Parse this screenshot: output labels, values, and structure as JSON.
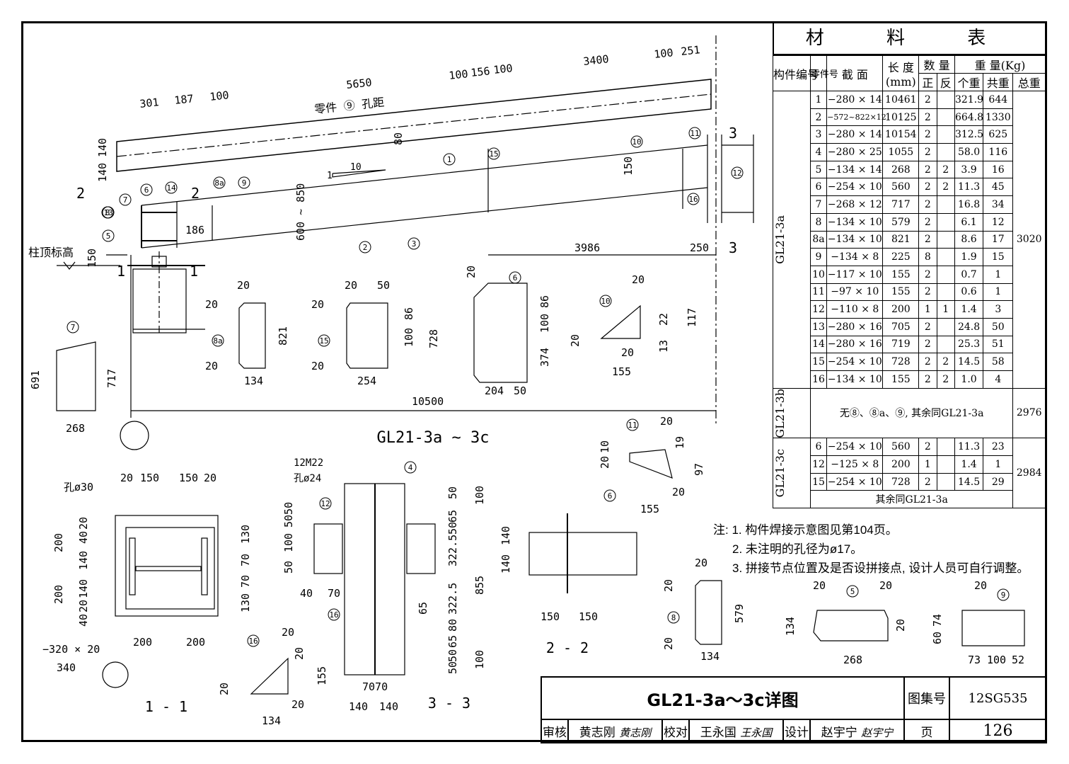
{
  "material_table": {
    "title": "材 料 表",
    "headers": {
      "part": "构件编号",
      "piece_no": "零件号",
      "section": "截 面",
      "length": "长 度",
      "length_unit": "(mm)",
      "quantity": "数 量",
      "qty_front": "正",
      "qty_back": "反",
      "weight": "重 量(Kg)",
      "unit_weight": "个重",
      "sum_weight": "共重",
      "total_weight": "总重"
    },
    "groups": [
      {
        "name": "GL21-3a",
        "total": "3020",
        "rows": [
          {
            "no": "1",
            "section": "−280 × 14",
            "length": "10461",
            "front": "2",
            "back": "",
            "unit": "321.9",
            "sum": "644"
          },
          {
            "no": "2",
            "section": "−572~822×12",
            "length": "10125",
            "front": "2",
            "back": "",
            "unit": "664.8",
            "sum": "1330"
          },
          {
            "no": "3",
            "section": "−280 × 14",
            "length": "10154",
            "front": "2",
            "back": "",
            "unit": "312.5",
            "sum": "625"
          },
          {
            "no": "4",
            "section": "−280 × 25",
            "length": "1055",
            "front": "2",
            "back": "",
            "unit": "58.0",
            "sum": "116"
          },
          {
            "no": "5",
            "section": "−134 × 14",
            "length": "268",
            "front": "2",
            "back": "2",
            "unit": "3.9",
            "sum": "16"
          },
          {
            "no": "6",
            "section": "−254 × 10",
            "length": "560",
            "front": "2",
            "back": "2",
            "unit": "11.3",
            "sum": "45"
          },
          {
            "no": "7",
            "section": "−268 × 12",
            "length": "717",
            "front": "2",
            "back": "",
            "unit": "16.8",
            "sum": "34"
          },
          {
            "no": "8",
            "section": "−134 × 10",
            "length": "579",
            "front": "2",
            "back": "",
            "unit": "6.1",
            "sum": "12"
          },
          {
            "no": "8a",
            "section": "−134 × 10",
            "length": "821",
            "front": "2",
            "back": "",
            "unit": "8.6",
            "sum": "17"
          },
          {
            "no": "9",
            "section": "−134 × 8",
            "length": "225",
            "front": "8",
            "back": "",
            "unit": "1.9",
            "sum": "15"
          },
          {
            "no": "10",
            "section": "−117 × 10",
            "length": "155",
            "front": "2",
            "back": "",
            "unit": "0.7",
            "sum": "1"
          },
          {
            "no": "11",
            "section": "−97 × 10",
            "length": "155",
            "front": "2",
            "back": "",
            "unit": "0.6",
            "sum": "1"
          },
          {
            "no": "12",
            "section": "−110 × 8",
            "length": "200",
            "front": "1",
            "back": "1",
            "unit": "1.4",
            "sum": "3"
          },
          {
            "no": "13",
            "section": "−280 × 16",
            "length": "705",
            "front": "2",
            "back": "",
            "unit": "24.8",
            "sum": "50"
          },
          {
            "no": "14",
            "section": "−280 × 16",
            "length": "719",
            "front": "2",
            "back": "",
            "unit": "25.3",
            "sum": "51"
          },
          {
            "no": "15",
            "section": "−254 × 10",
            "length": "728",
            "front": "2",
            "back": "2",
            "unit": "14.5",
            "sum": "58"
          },
          {
            "no": "16",
            "section": "−134 × 10",
            "length": "155",
            "front": "2",
            "back": "2",
            "unit": "1.0",
            "sum": "4"
          }
        ]
      },
      {
        "name": "GL21-3b",
        "total": "2976",
        "note": "无⑧、⑧a、⑨, 其余同GL21-3a"
      },
      {
        "name": "GL21-3c",
        "total": "2984",
        "rows": [
          {
            "no": "6",
            "section": "−254 × 10",
            "length": "560",
            "front": "2",
            "back": "",
            "unit": "11.3",
            "sum": "23"
          },
          {
            "no": "12",
            "section": "−125 × 8",
            "length": "200",
            "front": "1",
            "back": "",
            "unit": "1.4",
            "sum": "1"
          },
          {
            "no": "15",
            "section": "−254 × 10",
            "length": "728",
            "front": "2",
            "back": "",
            "unit": "14.5",
            "sum": "29"
          }
        ],
        "note": "其余同GL21-3a"
      }
    ]
  },
  "notes": {
    "lead": "注:",
    "items": [
      "1. 构件焊接示意图见第104页。",
      "2. 未注明的孔径为ø17。",
      "3. 拼接节点位置及是否设拼接点, 设计人员可自行调整。"
    ]
  },
  "title_block": {
    "drawing_title": "GL21-3a～3c详图",
    "atlas_label": "图集号",
    "atlas_no": "12SG535",
    "review_label": "审核",
    "reviewer": "黄志刚",
    "reviewer_sig": "黄志刚",
    "check_label": "校对",
    "checker": "王永国",
    "checker_sig": "王永国",
    "design_label": "设计",
    "designer": "赵宇宁",
    "designer_sig": "赵宇宁",
    "page_label": "页",
    "page_no": "126"
  },
  "drawing": {
    "main_title": "GL21-3a ~ 3c",
    "column_top_label": "柱顶标高",
    "hole_spacing_label": "零件 ⑨ 孔距",
    "bolt_label": "12M22",
    "bolt_hole_label": "孔ø24",
    "hole30_label": "孔ø30",
    "plate_label": "−320 × 20",
    "section_1": "1 - 1",
    "section_2": "2 - 2",
    "section_3": "3 - 3",
    "section_mark_1": "1",
    "section_mark_2": "2",
    "section_mark_3": "3",
    "slope": "1",
    "slope_run": "10",
    "axis_marks": [
      "7",
      "6"
    ],
    "part_callouts": [
      "1",
      "2",
      "3",
      "4",
      "5",
      "6",
      "7",
      "8",
      "8a",
      "9",
      "10",
      "11",
      "12",
      "13",
      "14",
      "15",
      "16"
    ],
    "dims": {
      "d5650": "5650",
      "d3400": "3400",
      "d100a": "100",
      "d251": "251",
      "d100b": "100",
      "d156": "156",
      "d100c": "100",
      "d301": "301",
      "d187": "187",
      "d100d": "100",
      "d140a": "140",
      "d140b": "140",
      "d80": "80",
      "d150a": "150",
      "d600_850": "600 ~ 850",
      "d186": "186",
      "d150b": "150",
      "d3986": "3986",
      "d250": "250",
      "d10500": "10500",
      "d691": "691",
      "d717": "717",
      "d268": "268",
      "p8a_20a": "20",
      "p8a_20b": "20",
      "p8a_20c": "20",
      "p8a_821": "821",
      "p8a_134": "134",
      "p15_20a": "20",
      "p15_50": "50",
      "p15_20b": "20",
      "p15_20c": "20",
      "p15_86": "86",
      "p15_100": "100",
      "p15_728": "728",
      "p15_254": "254",
      "p6_20": "20",
      "p6_86": "86",
      "p6_100": "100",
      "p6_374": "374",
      "p6_204": "204",
      "p6_50": "50",
      "p10_20a": "20",
      "p10_20b": "20",
      "p10_117": "117",
      "p10_22": "22",
      "p10_13": "13",
      "p10_20c": "20",
      "p10_155": "155",
      "p11_20a": "20",
      "p11_10": "10",
      "p11_20b": "20",
      "p11_19": "19",
      "p11_97": "97",
      "p11_20c": "20",
      "p11_155": "155",
      "s1_20a": "20",
      "s1_150a": "150",
      "s1_150b": "150",
      "s1_20b": "20",
      "s1_200a": "200",
      "s1_200b": "200",
      "s1_20c": "20",
      "s1_40a": "40",
      "s1_140a": "140",
      "s1_140b": "140",
      "s1_20d": "20",
      "s1_40b": "40",
      "s1_130a": "130",
      "s1_70a": "70",
      "s1_70b": "70",
      "s1_130b": "130",
      "s1_200c": "200",
      "s1_200d": "200",
      "s1_340": "340",
      "p16_20a": "20",
      "p16_20b": "20",
      "p16_155": "155",
      "p16_20c": "20",
      "p16_20d": "20",
      "p16_134": "134",
      "s3_50a": "50",
      "s3_65a": "65",
      "s3_50b": "50",
      "s3_100a": "100",
      "s3_3225a": "322.5",
      "s3_3225b": "322.5",
      "s3_855": "855",
      "s3_80": "80",
      "s3_65b": "65",
      "s3_50c": "50",
      "s3_50d": "50",
      "s3_100b": "100",
      "s3_5050": "5050",
      "s3_100": "100",
      "s3_50e": "50",
      "s3_40": "40",
      "s3_70": "70",
      "s3_65": "65",
      "s3_7070": "7070",
      "s3_140a": "140",
      "s3_140b": "140",
      "s2_140a": "140",
      "s2_140b": "140",
      "s2_150a": "150",
      "s2_150b": "150",
      "p8_20a": "20",
      "p8_20b": "20",
      "p8_20c": "20",
      "p8_579": "579",
      "p8_134": "134",
      "p5_20a": "20",
      "p5_20b": "20",
      "p5_20c": "20",
      "p5_134": "134",
      "p5_268": "268",
      "p9_20": "20",
      "p9_60": "60",
      "p9_74": "74",
      "p9_73": "73",
      "p9_100": "100",
      "p9_52": "52"
    }
  },
  "colors": {
    "line": "#000000",
    "background": "#ffffff"
  }
}
